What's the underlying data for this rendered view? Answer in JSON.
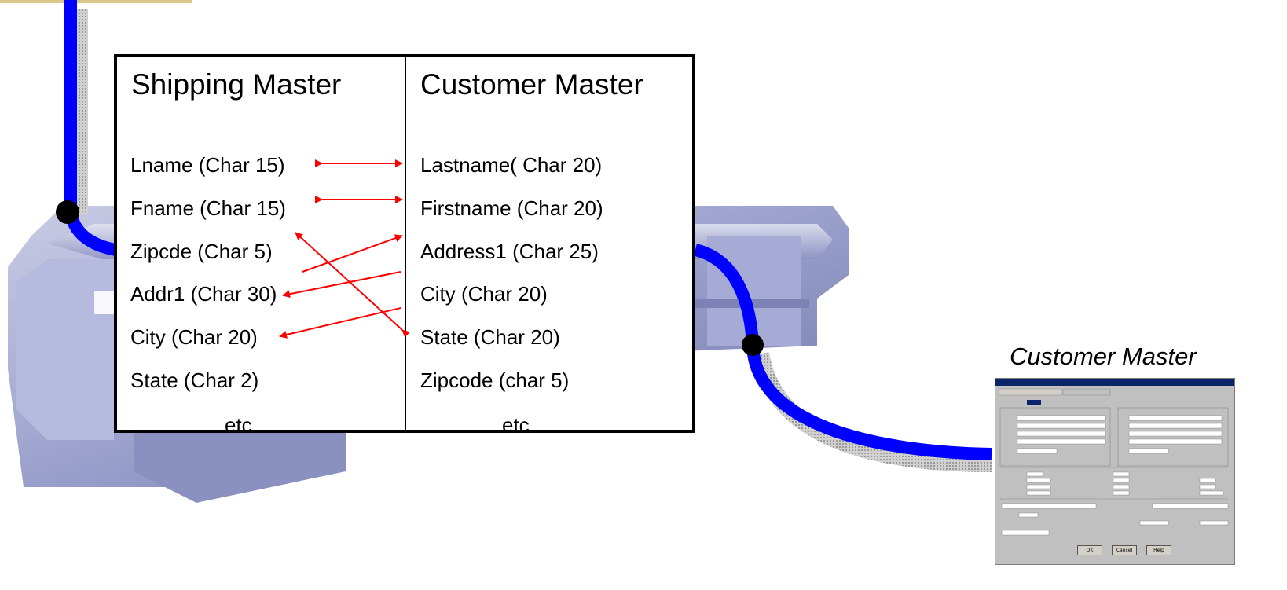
{
  "left_table": {
    "title": "Shipping Master",
    "fields": [
      "Lname (Char 15)",
      "Fname (Char 15)",
      "Zipcde (Char 5)",
      "Addr1 (Char 30)",
      "City (Char 20)",
      "State (Char 2)"
    ],
    "footer": "etc"
  },
  "right_table": {
    "title": "Customer Master",
    "fields": [
      "Lastname( Char 20)",
      "Firstname (Char 20)",
      "Address1 (Char 25)",
      "City (Char 20)",
      "State (Char 20)",
      "Zipcode (char 5)"
    ],
    "footer": "etc"
  },
  "screen_caption": "Customer Master",
  "screen_thumbnail": {
    "buttons": [
      "OK",
      "Cancel",
      "Help"
    ]
  },
  "colors": {
    "connector": "#0000ff",
    "mapping_arrow": "#ff0000",
    "platform": "#9096c4"
  }
}
